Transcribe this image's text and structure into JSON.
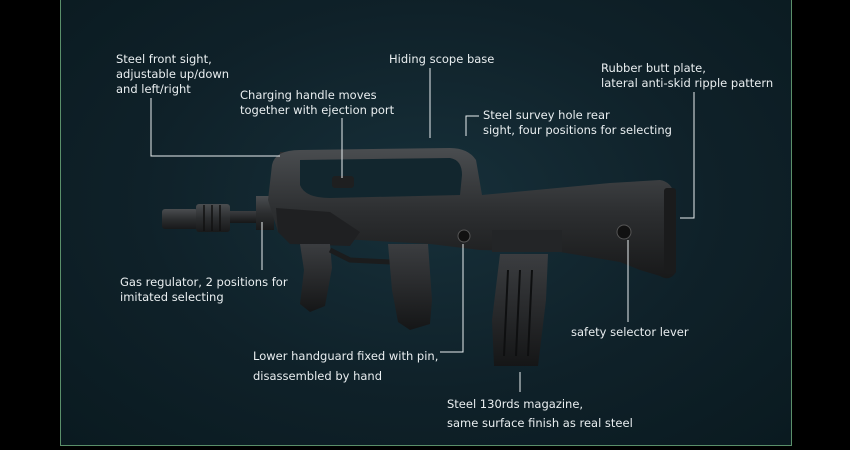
{
  "labels": {
    "front_sight": "Steel front sight,\nadjustable up/down\nand left/right",
    "charging_handle": "Charging handle moves\ntogether with ejection port",
    "scope_base": "Hiding scope base",
    "butt_plate": "Rubber butt plate,\nlateral anti-skid ripple pattern",
    "rear_sight": "Steel survey hole rear\nsight, four positions for selecting",
    "gas_regulator": "Gas regulator, 2 positions for\nimitated selecting",
    "safety_selector": "safety selector lever",
    "handguard": "Lower handguard fixed with pin,\ndisassembled by hand",
    "magazine": "Steel 130rds magazine,\nsame surface finish as real steel"
  },
  "colors": {
    "background": "#000000",
    "panel": "#12262e",
    "border": "#5a8f6a",
    "text": "#e9eef0",
    "rifle": "#2b2d2f"
  }
}
